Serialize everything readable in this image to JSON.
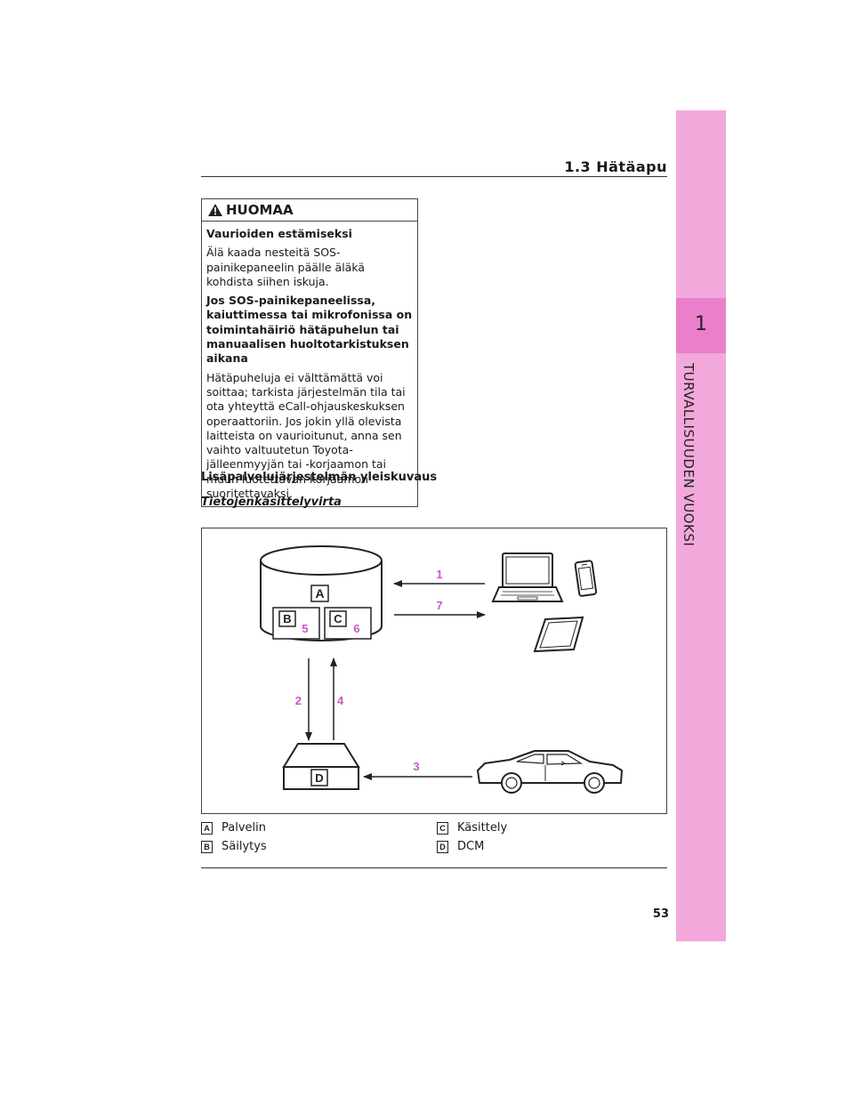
{
  "header": {
    "section": "1.3 Hätäapu"
  },
  "side_tab": {
    "chapter_number": "1",
    "chapter_title": "TURVALLISUUDEN VUOKSI"
  },
  "warning": {
    "title": "HUOMAA",
    "h1": "Vaurioiden estämiseksi",
    "p1": "Älä kaada nesteitä SOS-painikepaneelin päälle äläkä kohdista siihen iskuja.",
    "h2": "Jos SOS-painikepaneelissa, kaiuttimessa tai mikrofonissa on toimintahäiriö hätäpuhelun tai manuaalisen huoltotarkistuksen aikana",
    "p2": "Hätäpuheluja ei välttämättä voi soittaa; tarkista järjestelmän tila tai ota yhteyttä eCall-ohjauskeskuksen operaattoriin. Jos jokin yllä olevista laitteista on vaurioitunut, anna sen vaihto valtuutetun Toyota-jälleenmyyjän tai -korjaamon tai muun luotettavan korjaamon suoritettavaksi."
  },
  "subheading": "Lisäpalvelujärjestelmän yleiskuvaus",
  "subheading_italic": "Tietojenkäsittelyvirta",
  "diagram": {
    "box_labels": {
      "A": "A",
      "B": "B",
      "C": "C",
      "D": "D"
    },
    "arrow_numbers": {
      "n1": "1",
      "n2": "2",
      "n3": "3",
      "n4": "4",
      "n5": "5",
      "n6": "6",
      "n7": "7"
    },
    "accent_color": "#c45ac8"
  },
  "legend": {
    "a_key": "A",
    "a_label": "Palvelin",
    "b_key": "B",
    "b_label": "Säilytys",
    "c_key": "C",
    "c_label": "Käsittely",
    "d_key": "D",
    "d_label": "DCM"
  },
  "page_number": "53"
}
